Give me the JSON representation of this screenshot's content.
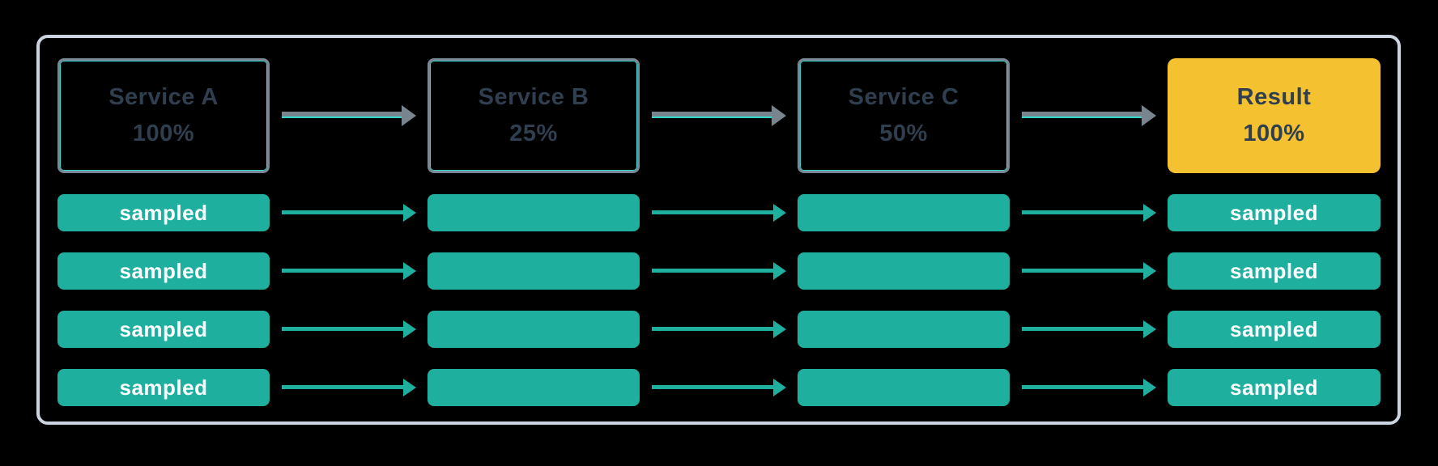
{
  "diagram": {
    "nodes": [
      {
        "label": "Service A",
        "rate": "100%"
      },
      {
        "label": "Service B",
        "rate": "25%"
      },
      {
        "label": "Service C",
        "rate": "50%"
      },
      {
        "label": "Result",
        "rate": "100%"
      }
    ],
    "trace_rows": [
      {
        "cells": [
          {
            "label": "sampled"
          },
          {
            "label": ""
          },
          {
            "label": ""
          },
          {
            "label": "sampled"
          }
        ]
      },
      {
        "cells": [
          {
            "label": "sampled"
          },
          {
            "label": ""
          },
          {
            "label": ""
          },
          {
            "label": "sampled"
          }
        ]
      },
      {
        "cells": [
          {
            "label": "sampled"
          },
          {
            "label": ""
          },
          {
            "label": ""
          },
          {
            "label": "sampled"
          }
        ]
      },
      {
        "cells": [
          {
            "label": "sampled"
          },
          {
            "label": ""
          },
          {
            "label": ""
          },
          {
            "label": "sampled"
          }
        ]
      }
    ]
  },
  "colors": {
    "background": "#000000",
    "panel_border": "#CBD5E0",
    "box_border": "#7A8795",
    "cyan_accent": "#2FD9CB",
    "slate_text": "#2F3F4F",
    "teal": "#1FAF9F",
    "yellow": "#F4C130",
    "arrow_gray": "#78848E",
    "white_text": "#FFFFFF"
  }
}
